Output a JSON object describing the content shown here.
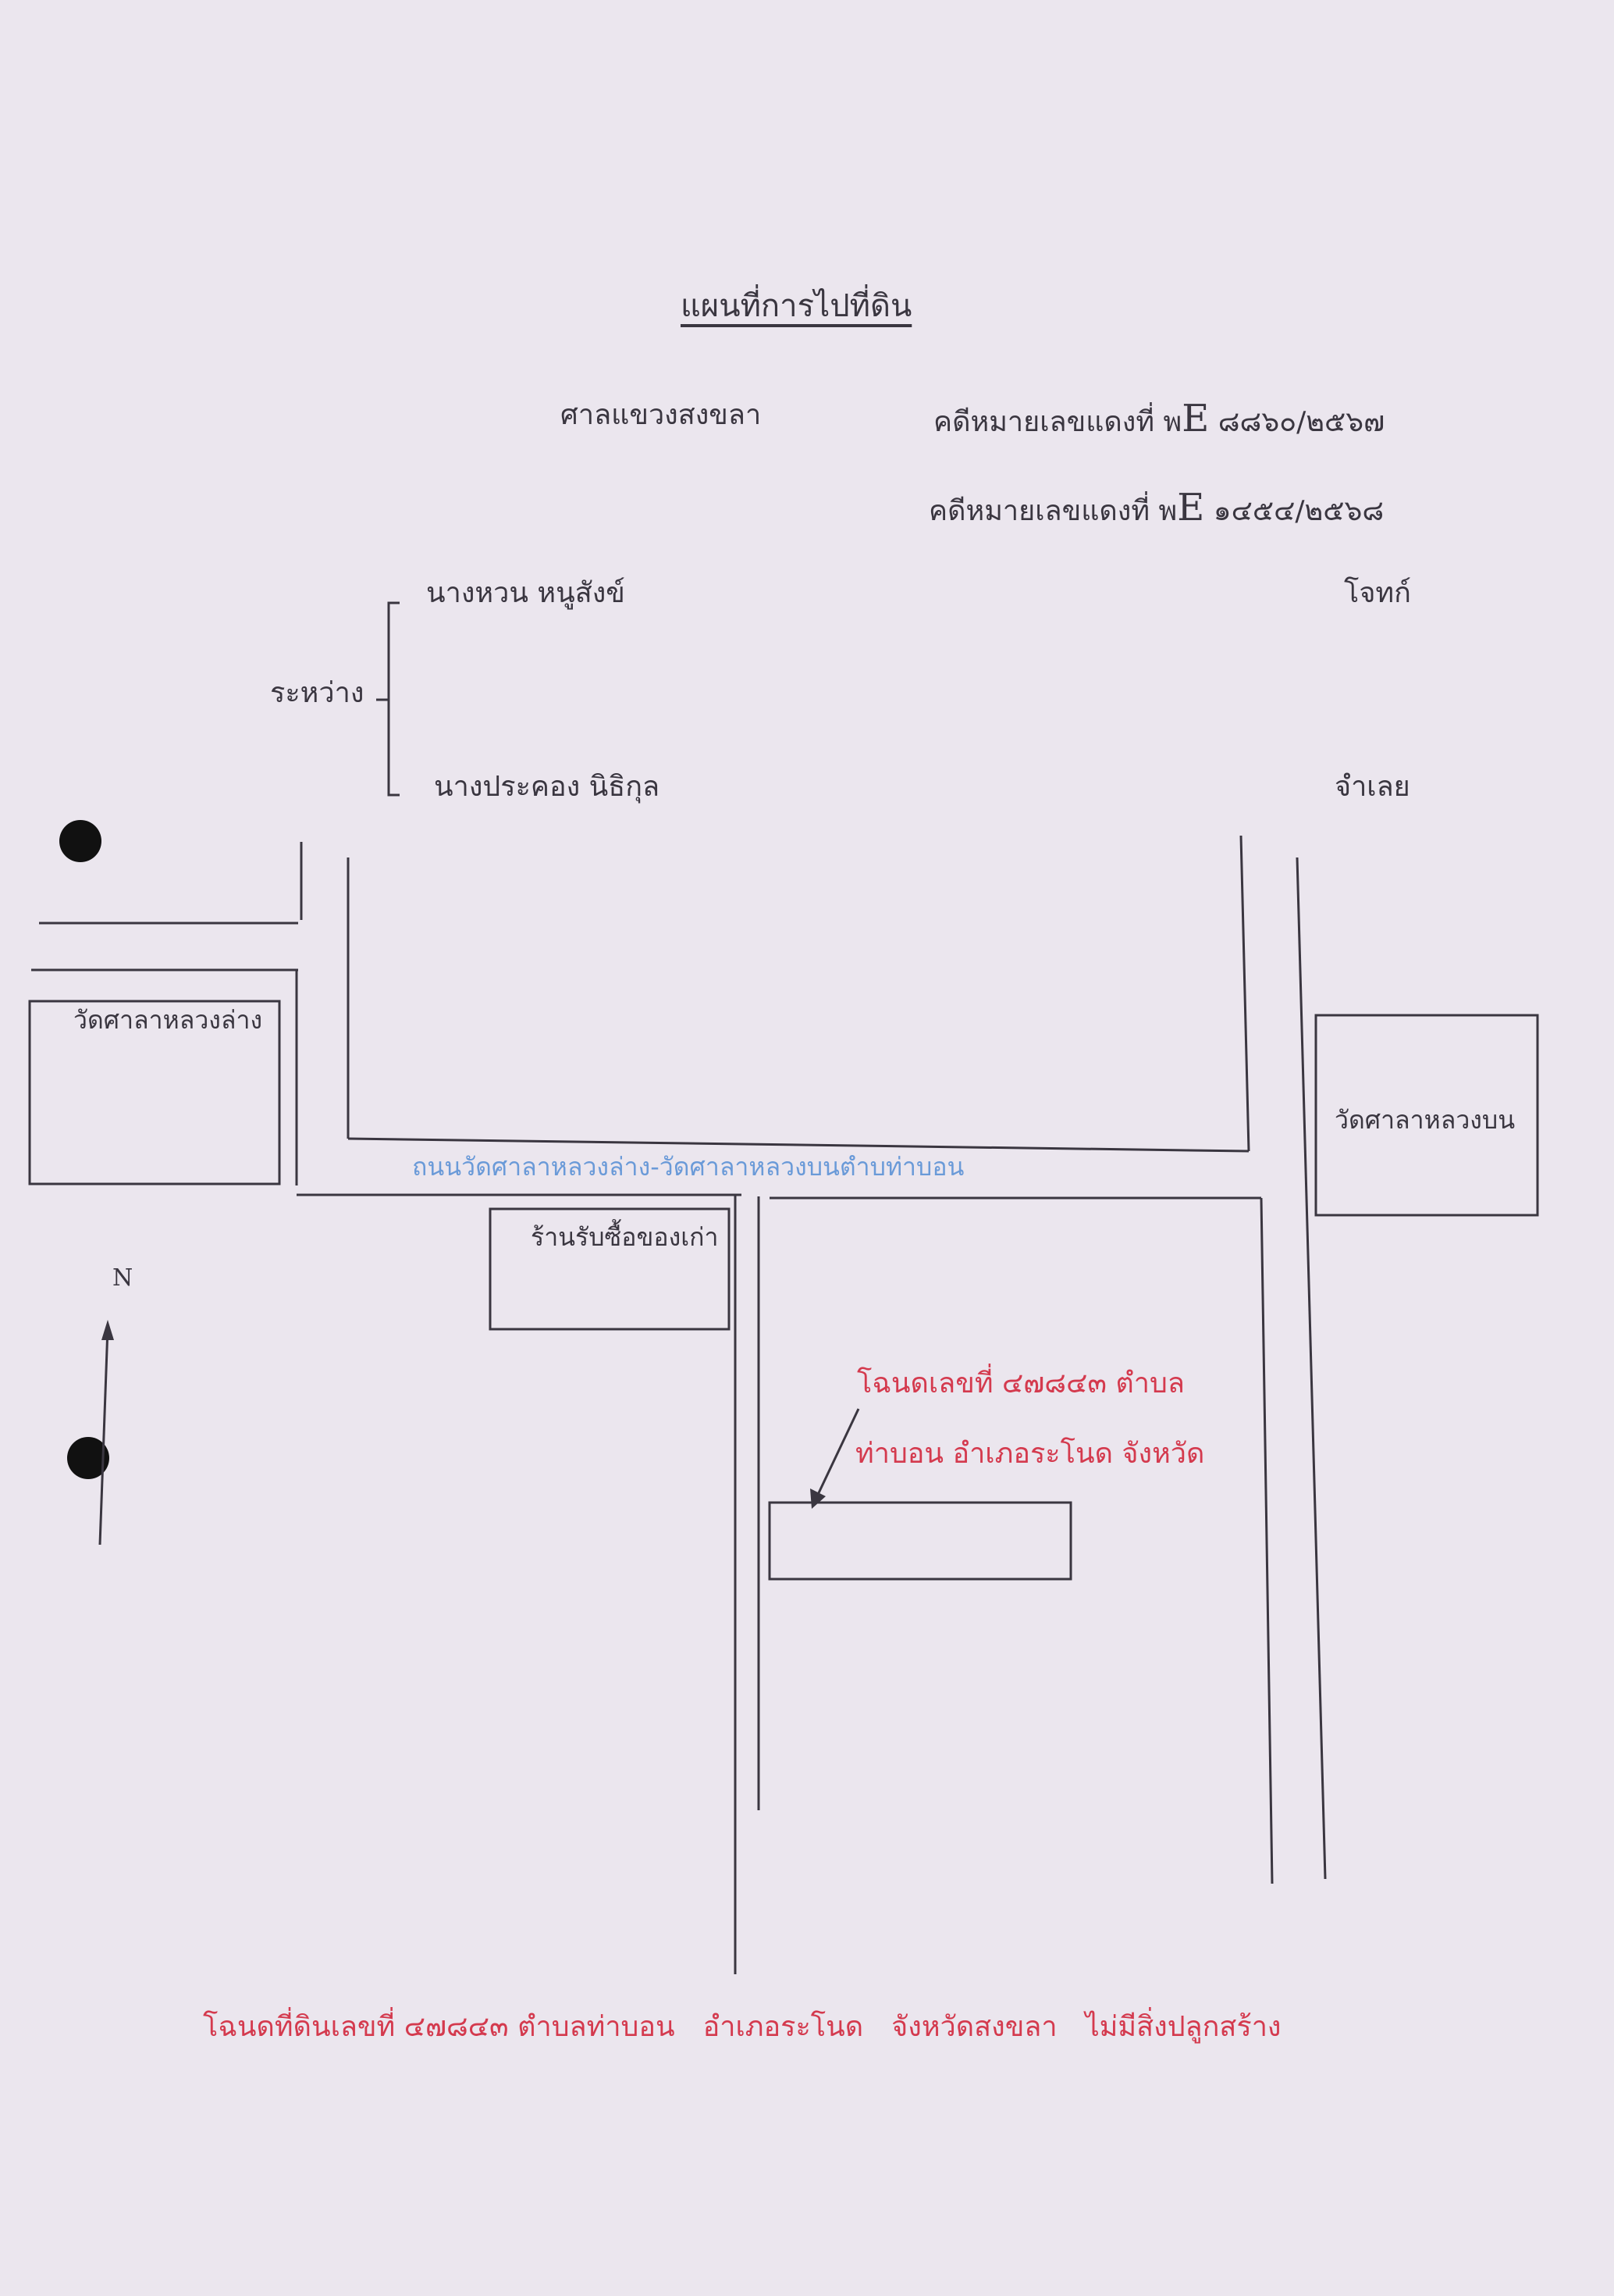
{
  "title": "แผนที่การไปที่ดิน",
  "court": "ศาลแขวงสงขลา",
  "case_red_1_prefix": "คดีหมายเลขแดงที่ พ",
  "case_red_1_letter": "E",
  "case_red_1_number": "๘๘๖๐/๒๕๖๗",
  "case_red_2_prefix": "คดีหมายเลขแดงที่ พ",
  "case_red_2_letter": "E",
  "case_red_2_number": "๑๔๕๔/๒๕๖๘",
  "parties": {
    "between_label": "ระหว่าง",
    "plaintiff_name": "นางหวน  หนูสังข์",
    "plaintiff_role": "โจทก์",
    "defendant_name": "นางประคอง   นิธิกุล",
    "defendant_role": "จำเลย"
  },
  "map": {
    "temple_lower": "วัดศาลาหลวงล่าง",
    "temple_upper": "วัดศาลาหลวงบน",
    "road_label": "ถนนวัดศาลาหลวงล่าง-วัดศาลาหลวงบนตำบท่าบอน",
    "shop_label": "ร้านรับซื้อของเก่า",
    "north_label": "N",
    "deed_line1": "โฉนดเลขที่  ๔๗๘๔๓  ตำบล",
    "deed_line2": "ท่าบอน อำเภอระโนด   จังหวัด"
  },
  "footer": {
    "deed": "โฉนดที่ดินเลขที่  ๔๗๘๔๓  ตำบลท่าบอน",
    "district": "อำเภอระโนด",
    "province": "จังหวัดสงขลา",
    "status": "ไม่มีสิ่งปลูกสร้าง"
  },
  "colors": {
    "paper": "#ebe6ee",
    "road_text": "#6a9ad8",
    "deed_text": "#d43a4e",
    "ink": "#3a3640"
  }
}
